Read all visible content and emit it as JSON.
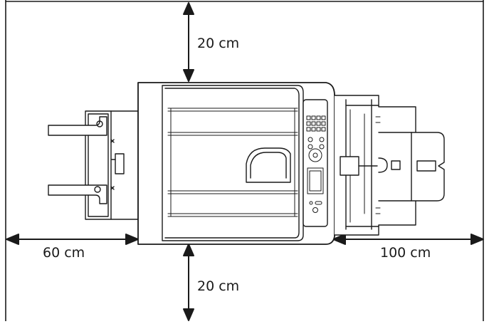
{
  "diagram": {
    "clearances": {
      "top": "20 cm",
      "bottom": "20 cm",
      "left": "60 cm",
      "right": "100 cm"
    },
    "colors": {
      "line": "#1a1a1a",
      "printer_fill": "#ffffff",
      "background": "#ffffff"
    }
  }
}
